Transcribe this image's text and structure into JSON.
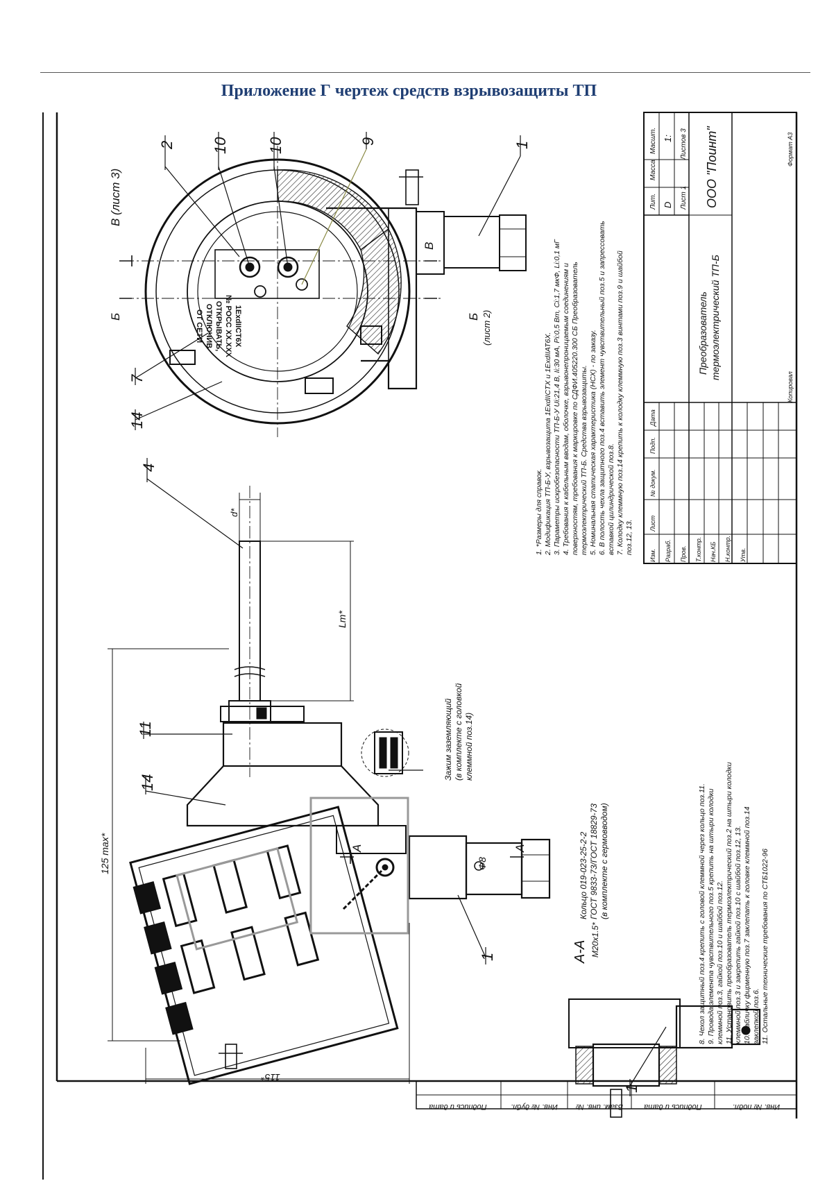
{
  "header": {
    "title": "Приложение Г чертеж средств взрывозащиты ТП"
  },
  "drawing": {
    "callouts": {
      "c2": "2",
      "c10a": "10",
      "c10b": "10",
      "c9": "9",
      "c1top": "1",
      "c7": "7",
      "c14top": "14",
      "c4": "4",
      "c11": "11",
      "c14mid": "14",
      "c1mid": "1",
      "c1bot": "1"
    },
    "section_marks": {
      "b_top": "В (лист 3)",
      "b_bottom": "В",
      "b_left": "Б",
      "b_right_line1": "Б",
      "b_right_line2": "(лист 2)",
      "a_top": "А",
      "a_bottom": "А",
      "aa_title": "А-А"
    },
    "dimensions": {
      "d": "d*",
      "lm": "Lm*",
      "h125": "125 max*",
      "w115": "115*",
      "thread": "M20x1.5*",
      "phi": "Ф8"
    },
    "stamp_on_head": {
      "line1": "1ЕхdIICT6X",
      "line2": "№ РОСС ХХ.ХХХ",
      "line3": "ОТКРЫВАТЬ,",
      "line4": "ОТКЛЮЧИВ",
      "line5": "ОТ СЕТИ"
    },
    "annotations": {
      "ground_line1": "Зажим заземляющий",
      "ground_line2": "(в комплекте с головкой",
      "ground_line3": "клеммной поз.14)",
      "ring_line1": "Кольцо 019-023-25-2-2",
      "ring_line2": "ГОСТ 9833-73/ГОСТ 18829-73",
      "ring_line3": "(в комплекте с гермовводом)"
    },
    "notes_top": [
      "1. *Размеры для справок.",
      "2. Модификация ТП-Б-У, взрывозащита 1ExdIICTX и 1ExdIIAT6X.",
      "3. Параметры искробезопасности ТП-Б-У Ui:21,4 В, Ii:30 мА, Pi:0,5 Вт, Ci:1,7 мкФ, Li:0,1 мГ",
      "4. Требования к кабельным вводам, оболочке, взрывонепроницаемым соединениям и",
      "поверхностям, требования к маркировке по СДФИ.405220.300 СБ Преобразователь",
      "термоэлектрический ТП-Б. Средства взрывозащиты.",
      "5. Номинальная статическая характеристика (НСХ) - по заказу.",
      "6. В полость чехла защитного поз.4 вставить элемент чувствительный поз.5 и запрессовать",
      "вставкой цилиндрической поз.8.",
      "7. Колодку клеммную поз.14 крепить к колодку клеммную поз.3 винтами поз.9 и шайбой",
      "поз.12, 13."
    ],
    "notes_bottom": [
      "8. Чехол защитный поз.4 крепить с головой клеммной через кольцо поз.11.",
      "9. Провода элемента чувствительного поз.5 крепить на штыри колодки",
      "клеммной поз.3, гайкой поз.10 и шайбой поз.12.",
      "11. Установить преобразователь термоэлектрический поз.2 на штыри колодки",
      "клеммной поз.3 и закрепить гайкой поз.10 с шайбой поз.12, 13.",
      "10. Табличку фирменную поз.7 заклепать к головке клеммной поз.14",
      "заклепкой поз.6.",
      "11. Остальные технические требования по СТБ1022-96"
    ],
    "title_block": {
      "name_line1": "Преобразователь",
      "name_line2": "термоэлектрический ТП-Б",
      "lit": "Лит.",
      "mass": "Масса",
      "scale": "Масшт.",
      "scale_value": "1:",
      "sheet": "Лист 1",
      "sheets": "Листов 3",
      "org": "ООО \"Поинт\"",
      "copied": "Копировал",
      "format": "Формат A3",
      "izm": "Изм.",
      "list": "Лист",
      "ndoc": "№ докум.",
      "podp": "Подп.",
      "data": "Дата",
      "razrab": "Разраб.",
      "prov": "Пров.",
      "tkontr": "Т.контр.",
      "nach": "Нач.КБ",
      "nkontr": "Н.контр.",
      "utv": "Утв.",
      "d_mark": "D"
    },
    "side_strip": [
      "Подпись и дата",
      "Инв. № дубл.",
      "Взам. инв. №",
      "Подпись и дата",
      "Инв. № подл."
    ]
  }
}
